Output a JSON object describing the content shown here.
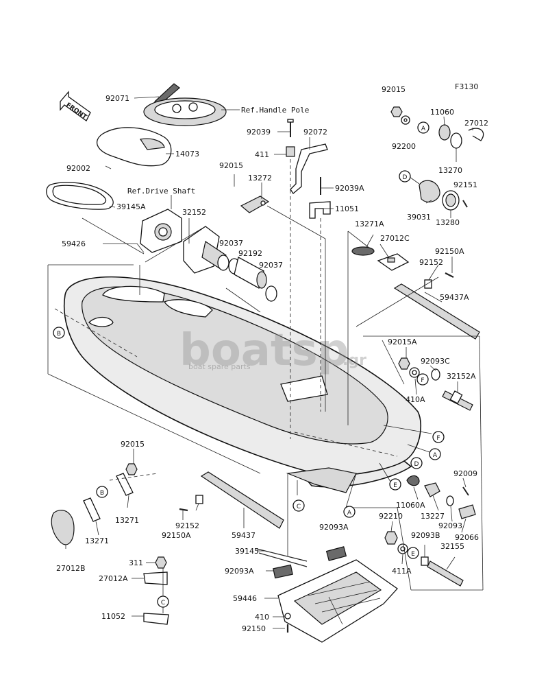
{
  "figure_code": "F3130",
  "front_arrow": "FRONT",
  "watermark": {
    "brand": "boatsp",
    "suffix": ".gr",
    "tagline": "boat spare parts"
  },
  "refs": {
    "handle_pole": "Ref.Handle Pole",
    "drive_shaft": "Ref.Drive Shaft"
  },
  "circle_letters": {
    "A": "A",
    "B": "B",
    "C": "C",
    "D": "D",
    "E": "E",
    "F": "F"
  },
  "parts": {
    "p92071": "92071",
    "p14073": "14073",
    "p92002": "92002",
    "p39145A": "39145A",
    "p59426": "59426",
    "p32152": "32152",
    "p92037a": "92037",
    "p92192": "92192",
    "p92037b": "92037",
    "p92015a": "92015",
    "p13272": "13272",
    "p92039": "92039",
    "p411": "411",
    "p92072": "92072",
    "p92039A": "92039A",
    "p11051": "11051",
    "p92015b": "92015",
    "p92200": "92200",
    "p11060": "11060",
    "p27012": "27012",
    "p13270": "13270",
    "p39031": "39031",
    "p13280": "13280",
    "p92151": "92151",
    "p13271A": "13271A",
    "p27012C": "27012C",
    "p92150A_r": "92150A",
    "p92152_r": "92152",
    "p59437A": "59437A",
    "p92015A": "92015A",
    "p92093C": "92093C",
    "p32152A": "32152A",
    "p410A": "410A",
    "p92009": "92009",
    "p11060A": "11060A",
    "p13227": "13227",
    "p92093": "92093",
    "p92066": "92066",
    "p92210": "92210",
    "p92093B": "92093B",
    "p32155": "32155",
    "p411A": "411A",
    "p92015c": "92015",
    "p13271a": "13271",
    "p13271b": "13271",
    "p27012B": "27012B",
    "p92152_l": "92152",
    "p92150A_l": "92150A",
    "p59437": "59437",
    "p92093A_a": "92093A",
    "p39145": "39145",
    "p92093A_b": "92093A",
    "p59446": "59446",
    "p410": "410",
    "p92150": "92150",
    "p311": "311",
    "p27012A": "27012A",
    "p11052": "11052"
  }
}
